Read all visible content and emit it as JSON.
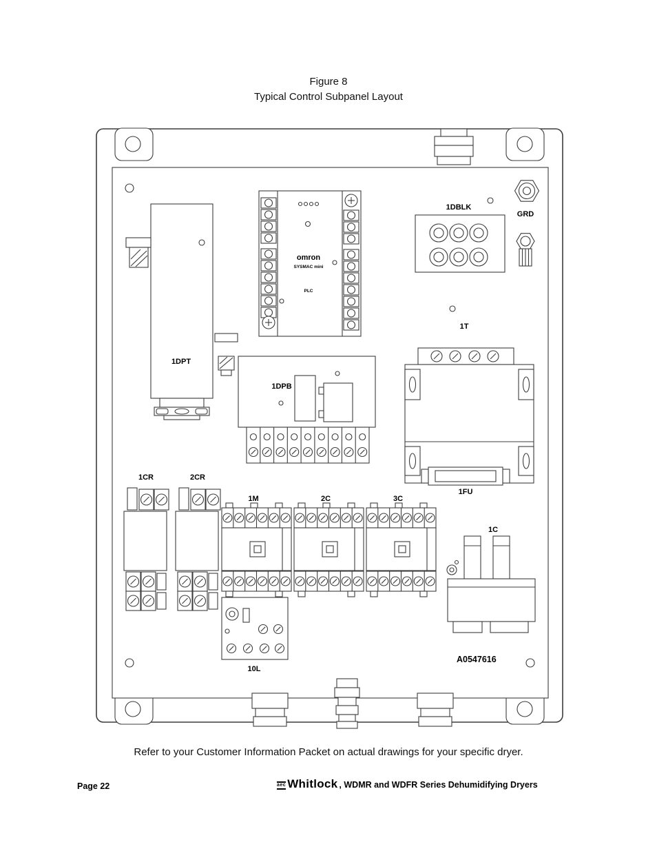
{
  "document": {
    "figure_label": "Figure 8",
    "figure_title": "Typical Control Subpanel Layout",
    "note": "Refer to your Customer Information Packet on actual drawings for your specific dryer.",
    "footer": {
      "page_number": "Page 22",
      "brand_mark": "aec",
      "brand_name": "Whitlock",
      "tagline": ", WDMR and WDFR Series Dehumidifying Dryers"
    }
  },
  "diagram": {
    "part_number": "A0547616",
    "plc": {
      "brand": "omron",
      "model": "SYSMAC mini",
      "type": "PLC"
    },
    "labels": {
      "dblk": "1DBLK",
      "grd": "GRD",
      "t1": "1T",
      "dpt": "1DPT",
      "dpb": "1DPB",
      "fu": "1FU",
      "cr1": "1CR",
      "cr2": "2CR",
      "m1": "1M",
      "c2": "2C",
      "c3": "3C",
      "c1": "1C",
      "l10": "10L"
    }
  }
}
